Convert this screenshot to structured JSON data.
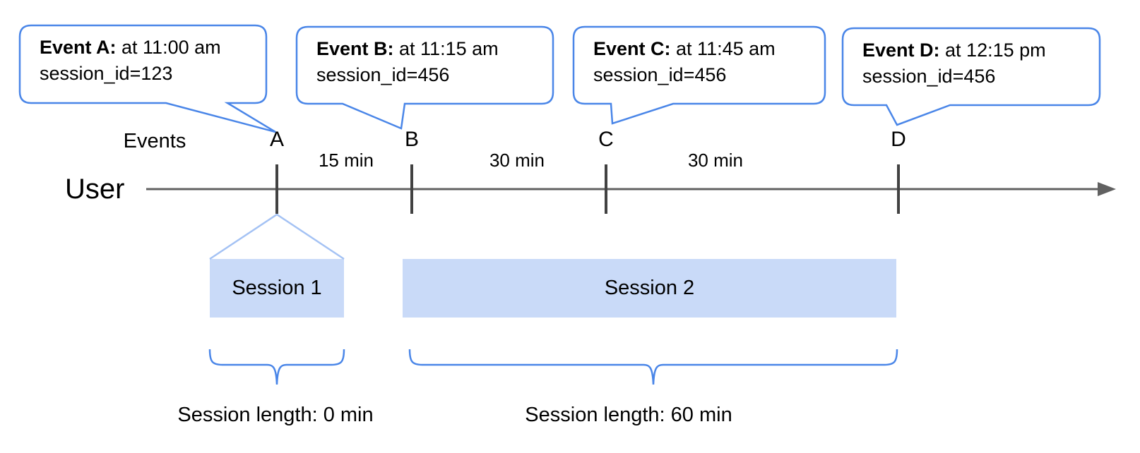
{
  "colors": {
    "accent_blue": "#4a86e8",
    "funnel_blue": "#a4c2f4",
    "session_fill": "#c9daf8",
    "axis_gray": "#616161",
    "tick_gray": "#424242"
  },
  "events": [
    {
      "bold": "Event A:",
      "rest": " at 11:00 am",
      "detail": "session_id=123",
      "tick_label": "A"
    },
    {
      "bold": "Event B:",
      "rest": " at 11:15 am",
      "detail": "session_id=456",
      "tick_label": "B"
    },
    {
      "bold": "Event C:",
      "rest": " at 11:45 am",
      "detail": "session_id=456",
      "tick_label": "C"
    },
    {
      "bold": "Event D:",
      "rest": " at 12:15 pm",
      "detail": "session_id=456",
      "tick_label": "D"
    }
  ],
  "timeline": {
    "axis_label": "User",
    "events_label": "Events",
    "gaps": [
      "15 min",
      "30 min",
      "30 min"
    ]
  },
  "sessions": [
    {
      "name": "Session 1",
      "length": "Session length: 0 min"
    },
    {
      "name": "Session 2",
      "length": "Session length: 60 min"
    }
  ]
}
